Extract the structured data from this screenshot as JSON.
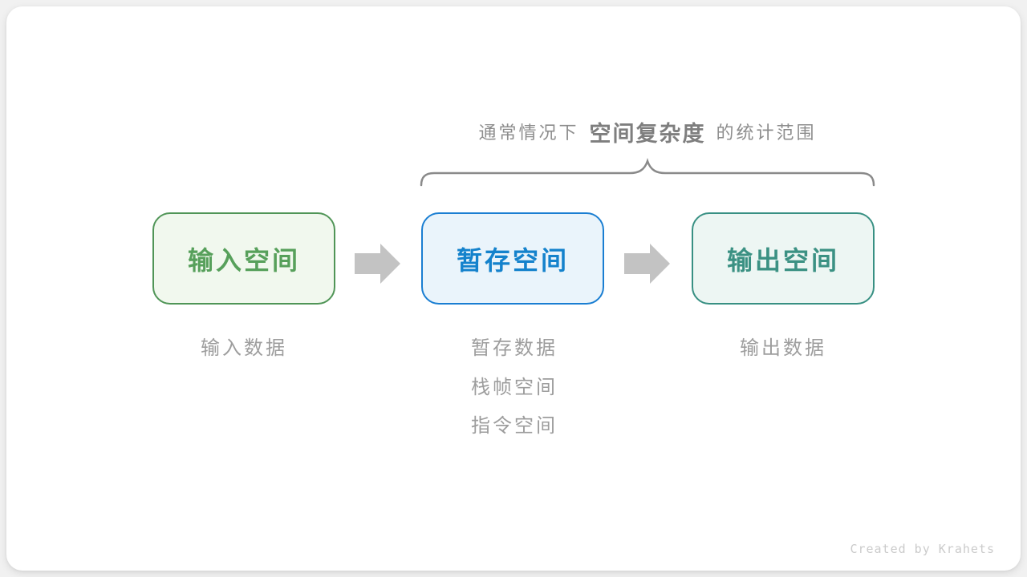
{
  "diagram": {
    "title": {
      "prefix": "通常情况下",
      "highlight": "空间复杂度",
      "suffix": "的统计范围"
    },
    "boxes": [
      {
        "id": "input-space",
        "label": "输入空间",
        "text_color": "#57a05b",
        "border_color": "#509557",
        "bg_color": "#f1f8ee"
      },
      {
        "id": "temp-space",
        "label": "暂存空间",
        "text_color": "#1482cc",
        "border_color": "#1a7ed2",
        "bg_color": "#eaf4fb"
      },
      {
        "id": "output-space",
        "label": "输出空间",
        "text_color": "#3b9183",
        "border_color": "#389083",
        "bg_color": "#edf6f3"
      }
    ],
    "notes": [
      {
        "lines": [
          "输入数据"
        ]
      },
      {
        "lines": [
          "暂存数据",
          "栈帧空间",
          "指令空间"
        ]
      },
      {
        "lines": [
          "输出数据"
        ]
      }
    ],
    "arrow_color": "#c3c3c3",
    "brace_color": "#8a8a8a",
    "watermark": "Created by Krahets"
  }
}
